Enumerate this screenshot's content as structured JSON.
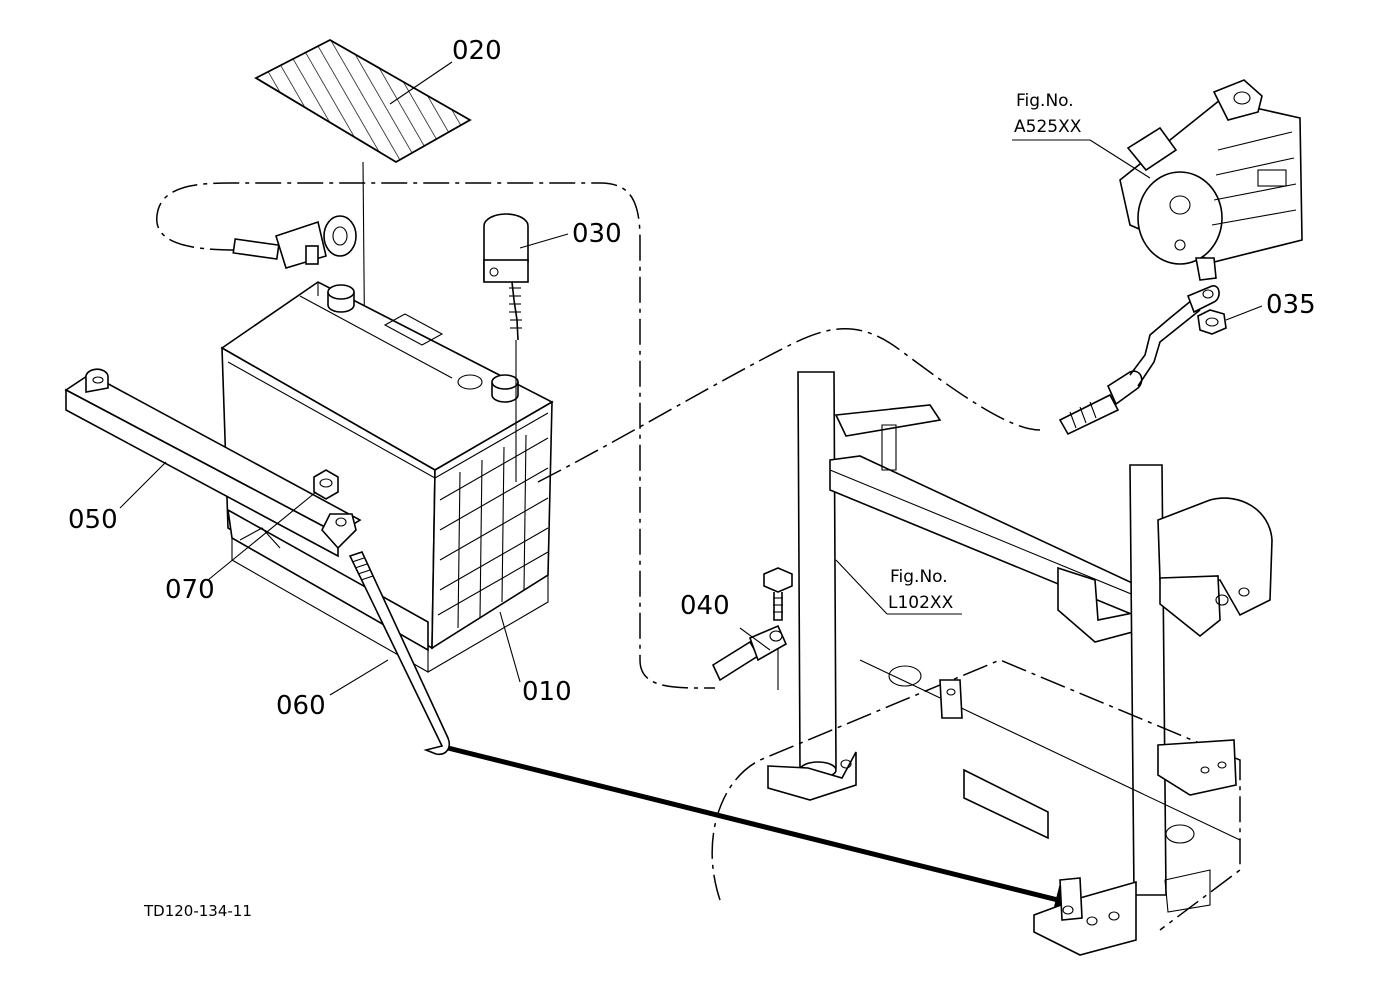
{
  "drawing_code": "TD120-134-11",
  "callouts": {
    "c010": "010",
    "c020": "020",
    "c030": "030",
    "c035": "035",
    "c040": "040",
    "c050": "050",
    "c060": "060",
    "c070": "070"
  },
  "figure_refs": {
    "starter": {
      "label": "Fig.No.",
      "number": "A525XX"
    },
    "frame": {
      "label": "Fig.No.",
      "number": "L102XX"
    }
  }
}
